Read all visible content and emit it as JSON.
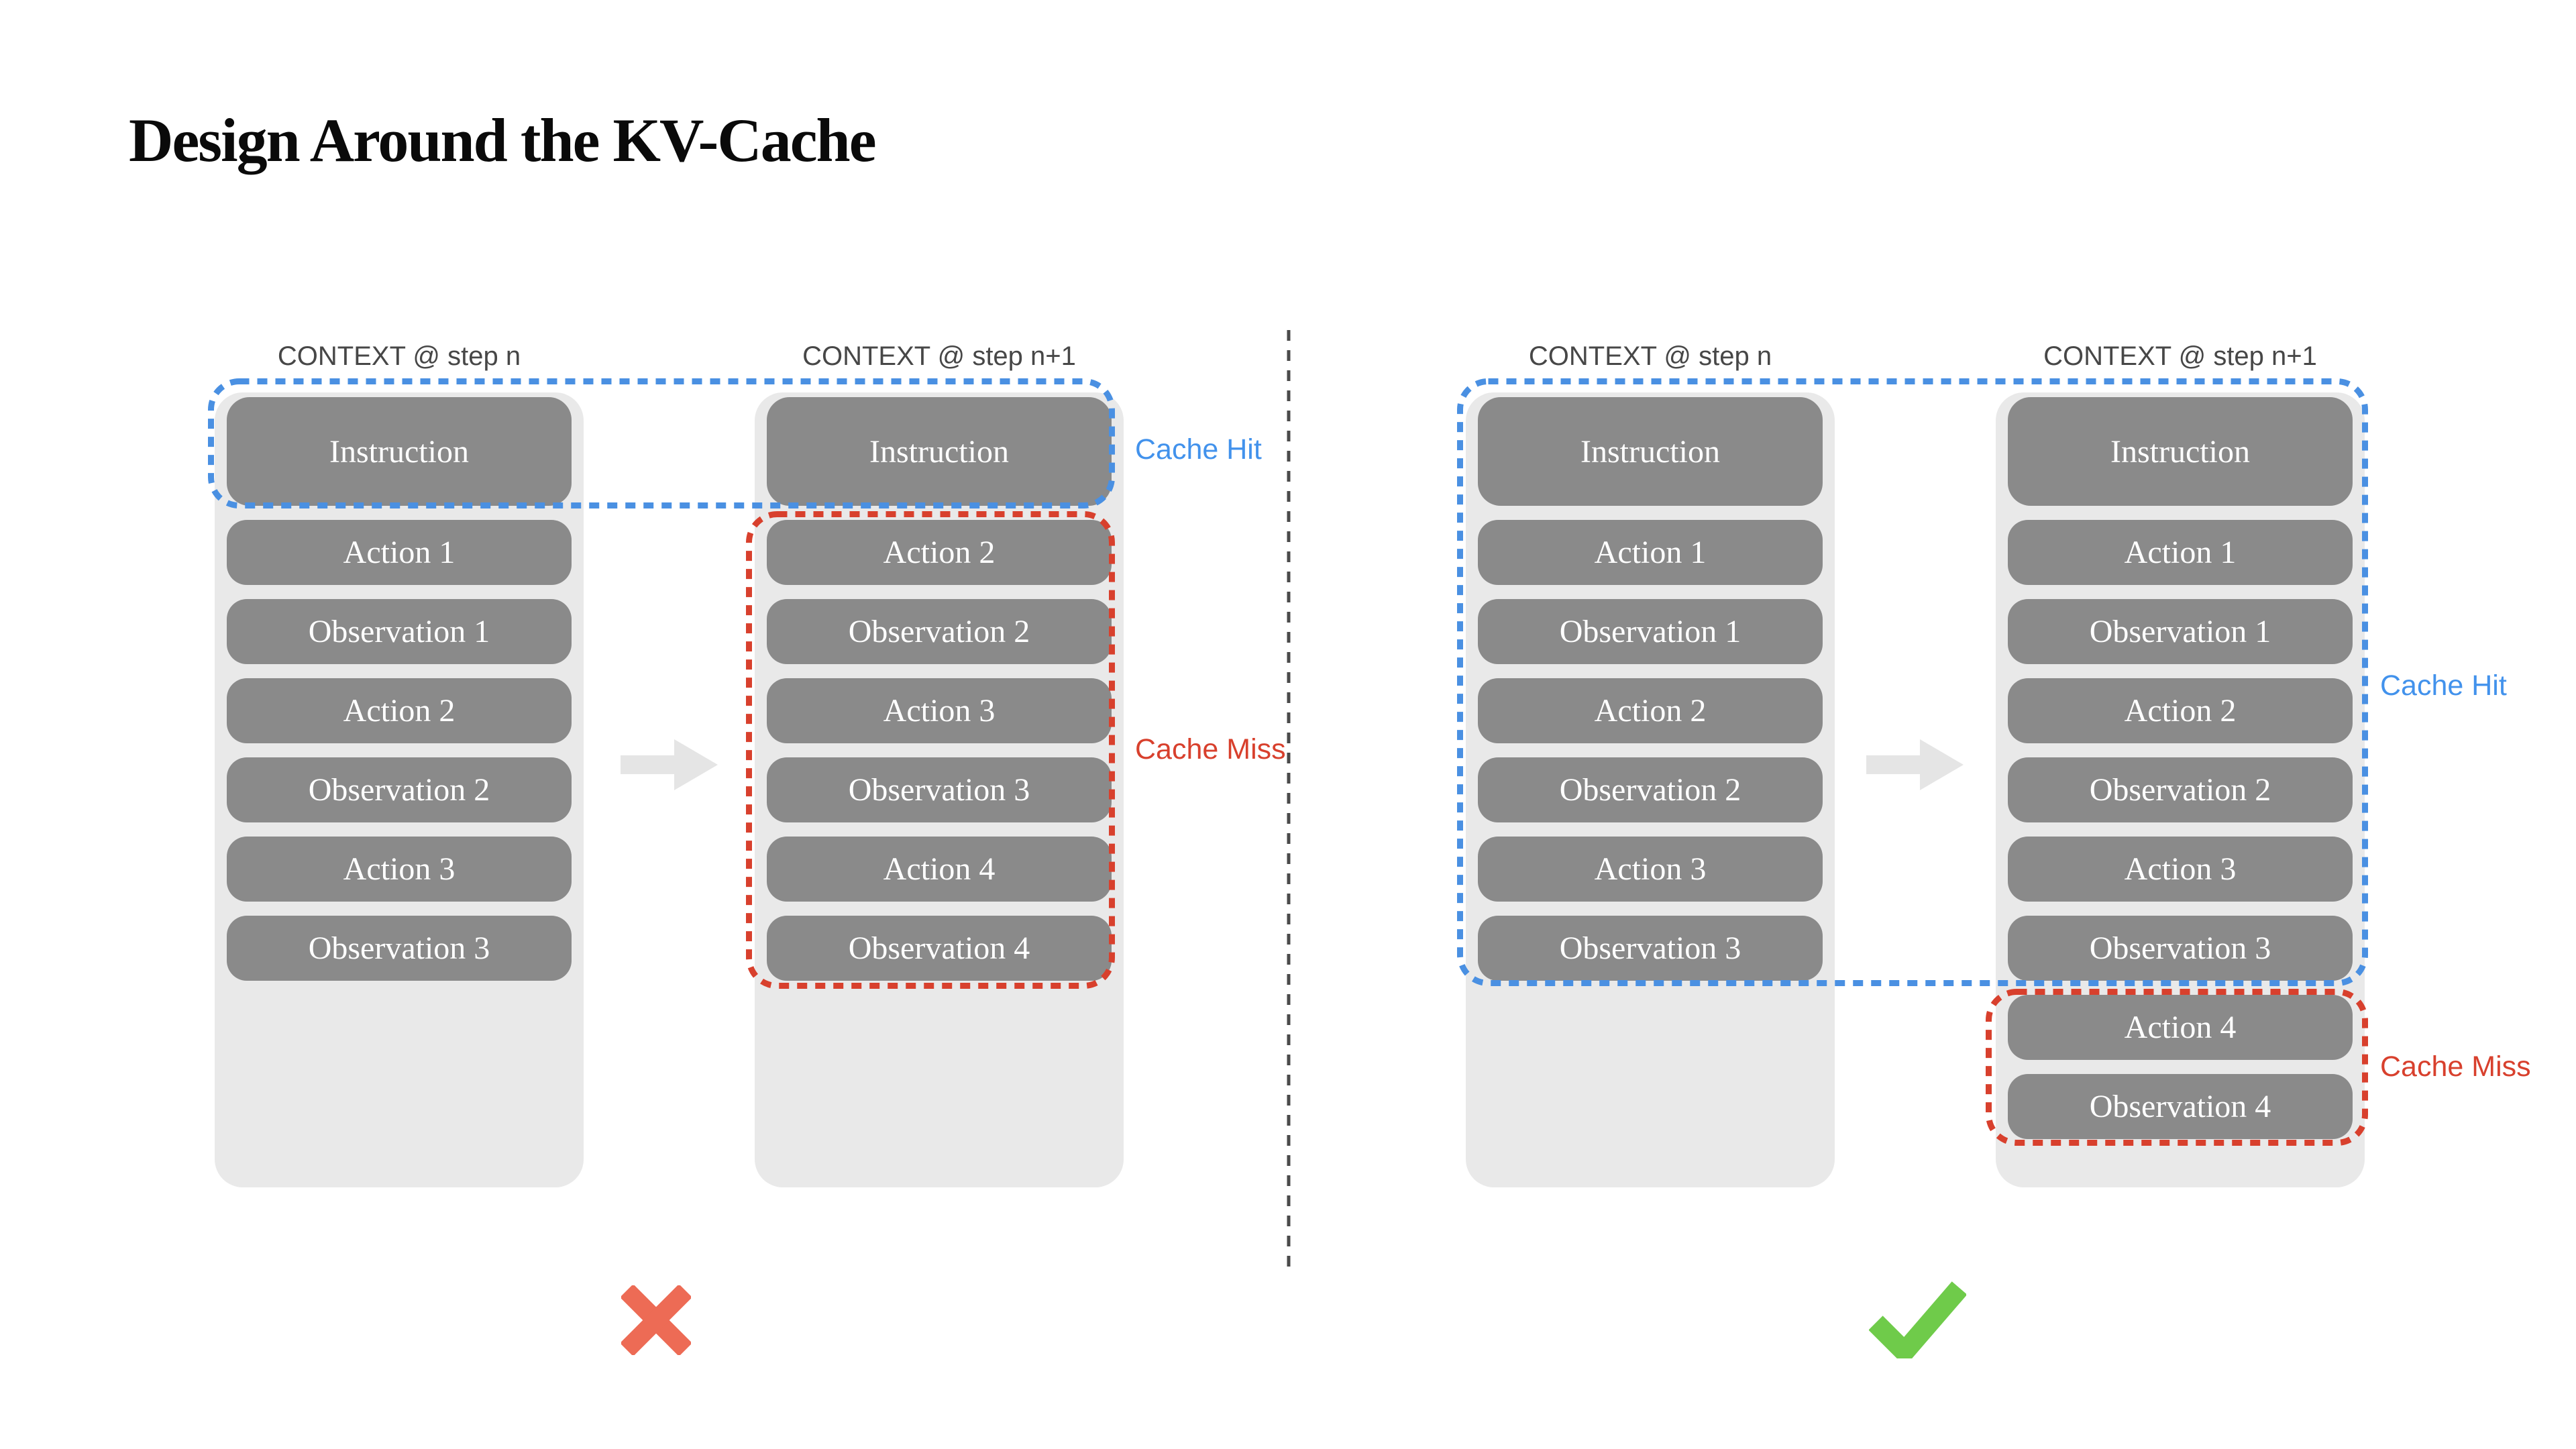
{
  "title": "Design Around the KV-Cache",
  "colors": {
    "cache_hit_blue": "#4a90e2",
    "cache_hit_text": "#4292ec",
    "cache_miss_red": "#d8402d",
    "box_gray": "#8a8a8a",
    "column_gray": "#e9e9e9",
    "arrow_gray": "#e5e5e5",
    "divider_gray": "#4a4a4a",
    "x_mark_red": "#ed6b55",
    "checkmark_green": "#6fcb4a",
    "header_gray": "#474747"
  },
  "icons": {
    "transition": "arrow-right-icon",
    "bad_verdict": "x-mark-icon",
    "good_verdict": "checkmark-icon",
    "divider": "vertical-dashed-divider"
  },
  "panels": [
    {
      "verdict_icon": "x-mark-icon",
      "cache_hit_label": "Cache Hit",
      "cache_miss_label": "Cache Miss",
      "columns": [
        {
          "header": "CONTEXT @ step n",
          "boxes": [
            "Instruction",
            "Action 1",
            "Observation 1",
            "Action 2",
            "Observation 2",
            "Action 3",
            "Observation 3"
          ]
        },
        {
          "header": "CONTEXT @ step n+1",
          "boxes": [
            "Instruction",
            "Action 2",
            "Observation 2",
            "Action 3",
            "Observation 3",
            "Action 4",
            "Observation 4"
          ]
        }
      ]
    },
    {
      "verdict_icon": "checkmark-icon",
      "cache_hit_label": "Cache Hit",
      "cache_miss_label": "Cache Miss",
      "columns": [
        {
          "header": "CONTEXT @ step n",
          "boxes": [
            "Instruction",
            "Action 1",
            "Observation 1",
            "Action 2",
            "Observation 2",
            "Action 3",
            "Observation 3"
          ]
        },
        {
          "header": "CONTEXT @ step n+1",
          "boxes": [
            "Instruction",
            "Action 1",
            "Observation 1",
            "Action 2",
            "Observation 2",
            "Action 3",
            "Observation 3",
            "Action 4",
            "Observation 4"
          ]
        }
      ]
    }
  ]
}
